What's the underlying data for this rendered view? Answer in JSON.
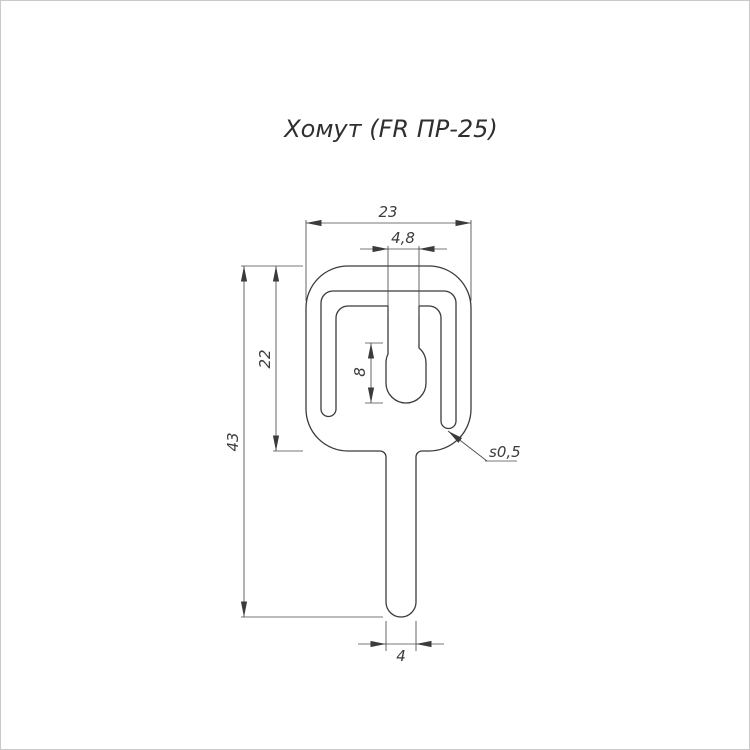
{
  "title": "Хомут (FR ПР-25)",
  "dimensions": {
    "overall_width": "23",
    "slot_width": "4,8",
    "head_height": "22",
    "overall_height": "43",
    "hole_height": "8",
    "stem_width": "4",
    "thickness": "s0,5"
  }
}
